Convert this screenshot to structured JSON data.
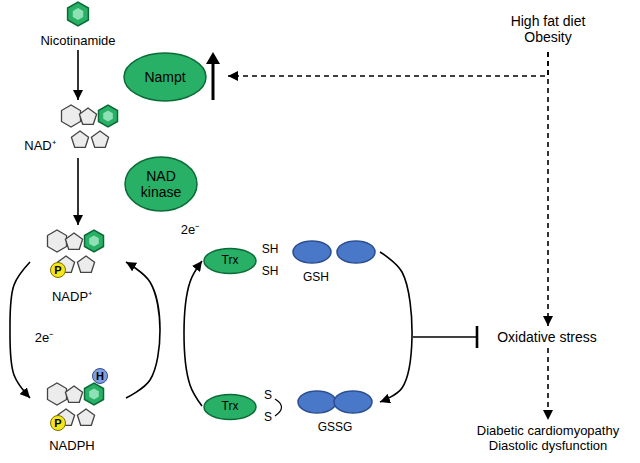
{
  "diagram": {
    "nodes": [
      {
        "text": [
          "Nicotinamide"
        ]
      },
      {
        "text": [
          "Nampt"
        ]
      },
      {
        "text": [
          "High fat diet Obesity"
        ]
      },
      {
        "text": [
          "NAD⁺"
        ]
      },
      {
        "text": [
          "NAD kinase"
        ]
      },
      {
        "text": [
          "NADP⁺"
        ]
      },
      {
        "text": [
          "Trx",
          "SH",
          "SH"
        ]
      },
      {
        "text": [
          "GSH"
        ]
      },
      {
        "text": [
          "Oxidative stress"
        ]
      },
      {
        "text": [
          "NADPH"
        ]
      },
      {
        "text": [
          "Trx",
          "S",
          "S"
        ]
      },
      {
        "text": [
          "GSSG"
        ]
      },
      {
        "text": [
          "Diabetic cardiomyopathy Diastolic dysfunction"
        ]
      }
    ],
    "edges": [
      {
        "from": 0,
        "to": 3,
        "arrow": "to"
      },
      {
        "from": 2,
        "to": 1,
        "arrow": "to"
      },
      {
        "from": 3,
        "to": 5,
        "arrow": "to"
      },
      {
        "from": 5,
        "to": 9,
        "label": "2e⁻",
        "arrow": "to"
      },
      {
        "from": 9,
        "to": 5,
        "arrow": "to"
      },
      {
        "from": 10,
        "to": 6,
        "label": "2e⁻",
        "arrow": "to"
      },
      {
        "from": 7,
        "to": 11,
        "arrow": "to"
      },
      {
        "from": 2,
        "to": 8,
        "arrow": "to"
      },
      {
        "from": 8,
        "to": 12,
        "arrow": "to"
      }
    ],
    "labels": [
      "P",
      "H",
      "P"
    ]
  }
}
